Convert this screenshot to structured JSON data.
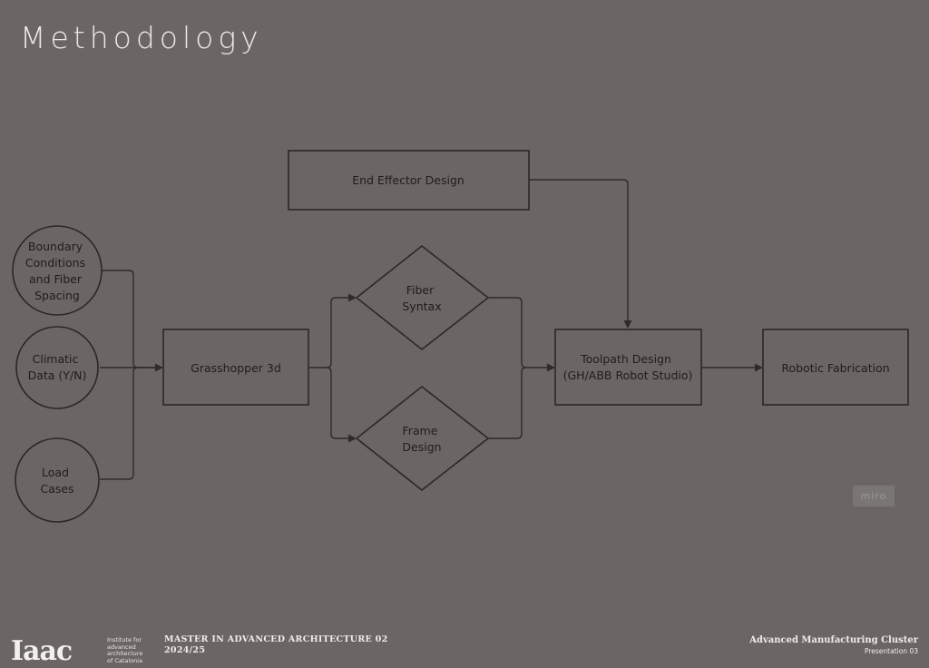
{
  "title": "Methodology",
  "nodes": {
    "boundary": [
      "Boundary",
      "Conditions",
      "and Fiber",
      "Spacing"
    ],
    "climatic": [
      "Climatic",
      "Data (Y/N)"
    ],
    "load": [
      "Load",
      "Cases"
    ],
    "grasshopper": [
      "Grasshopper 3d"
    ],
    "end_effector": [
      "End Effector Design"
    ],
    "fiber": [
      "Fiber",
      "Syntax"
    ],
    "frame": [
      "Frame",
      "Design"
    ],
    "toolpath": [
      "Toolpath Design",
      "(GH/ABB Robot Studio)"
    ],
    "robotic": [
      "Robotic Fabrication"
    ]
  },
  "watermark": "miro",
  "footer": {
    "logo": "Iaac",
    "institute": [
      "Institute for",
      "advanced",
      "architecture",
      "of Catalonia"
    ],
    "program_line1": "MASTER IN ADVANCED ARCHITECTURE 02",
    "program_line2": "2024/25",
    "cluster": "Advanced Manufacturing Cluster",
    "presentation": "Presentation 03"
  }
}
